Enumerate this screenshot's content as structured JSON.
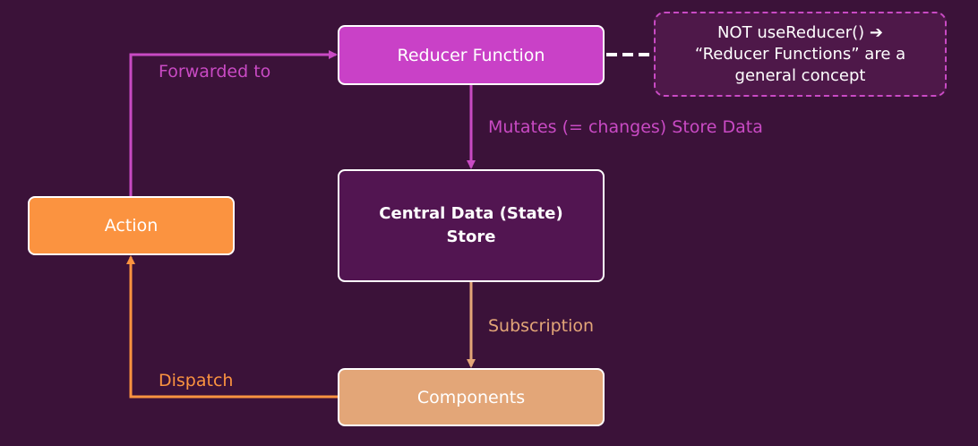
{
  "nodes": {
    "reducer": "Reducer Function",
    "store_line1": "Central Data (State)",
    "store_line2": "Store",
    "action": "Action",
    "components": "Components"
  },
  "note": {
    "line1": "NOT useReducer() ➔",
    "line2": "“Reducer Functions” are a",
    "line3": "general concept"
  },
  "edges": {
    "forwarded": "Forwarded to",
    "mutates": "Mutates (= changes) Store Data",
    "subscription": "Subscription",
    "dispatch": "Dispatch"
  },
  "colors": {
    "background": "#3b1239",
    "magenta": "#c94ac4",
    "orange": "#fb9340",
    "tan": "#e3a678",
    "store_fill": "#521551"
  }
}
